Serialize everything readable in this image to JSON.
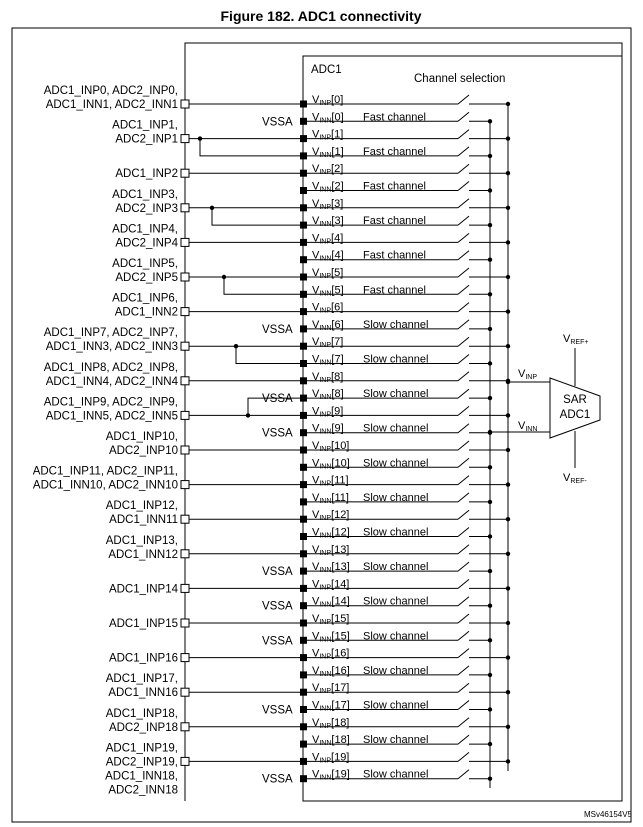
{
  "figure": {
    "title": "Figure 182. ADC1 connectivity",
    "block_label": "ADC1",
    "channel_selection_label": "Channel selection",
    "ref_id": "MSv46154V5"
  },
  "adc": {
    "line1": "SAR",
    "line2": "ADC1",
    "vinp_label": "V",
    "vinp_sub": "INP",
    "vinn_label": "V",
    "vinn_sub": "INN",
    "vref_plus": "V",
    "vref_plus_sub": "REF+",
    "vref_minus": "V",
    "vref_minus_sub": "REF-"
  },
  "channels": [
    {
      "inp": "[0]",
      "inn": "[0]",
      "type": "Fast channel"
    },
    {
      "inp": "[1]",
      "inn": "[1]",
      "type": "Fast channel"
    },
    {
      "inp": "[2]",
      "inn": "[2]",
      "type": "Fast channel"
    },
    {
      "inp": "[3]",
      "inn": "[3]",
      "type": "Fast channel"
    },
    {
      "inp": "[4]",
      "inn": "[4]",
      "type": "Fast channel"
    },
    {
      "inp": "[5]",
      "inn": "[5]",
      "type": "Fast channel"
    },
    {
      "inp": "[6]",
      "inn": "[6]",
      "type": "Slow channel"
    },
    {
      "inp": "[7]",
      "inn": "[7]",
      "type": "Slow channel"
    },
    {
      "inp": "[8]",
      "inn": "[8]",
      "type": "Slow channel"
    },
    {
      "inp": "[9]",
      "inn": "[9]",
      "type": "Slow channel"
    },
    {
      "inp": "[10]",
      "inn": "[10]",
      "type": "Slow channel"
    },
    {
      "inp": "[11]",
      "inn": "[11]",
      "type": "Slow channel"
    },
    {
      "inp": "[12]",
      "inn": "[12]",
      "type": "Slow channel"
    },
    {
      "inp": "[13]",
      "inn": "[13]",
      "type": "Slow channel"
    },
    {
      "inp": "[14]",
      "inn": "[14]",
      "type": "Slow channel"
    },
    {
      "inp": "[15]",
      "inn": "[15]",
      "type": "Slow channel"
    },
    {
      "inp": "[16]",
      "inn": "[16]",
      "type": "Slow channel"
    },
    {
      "inp": "[17]",
      "inn": "[17]",
      "type": "Slow channel"
    },
    {
      "inp": "[18]",
      "inn": "[18]",
      "type": "Slow channel"
    },
    {
      "inp": "[19]",
      "inn": "[19]",
      "type": "Slow channel"
    }
  ],
  "pin_prefix_inp": "V",
  "pin_sub_inp": "INP",
  "pin_prefix_inn": "V",
  "pin_sub_inn": "INN",
  "vssa_label": "VSSA",
  "pins": [
    {
      "lines": [
        "ADC1_INP0, ADC2_INP0,",
        "ADC1_INN1, ADC2_INN1"
      ]
    },
    {
      "lines": [
        "ADC1_INP1,",
        "ADC2_INP1"
      ]
    },
    {
      "lines": [
        "ADC1_INP2"
      ]
    },
    {
      "lines": [
        "ADC1_INP3,",
        "ADC2_INP3"
      ]
    },
    {
      "lines": [
        "ADC1_INP4,",
        "ADC2_INP4"
      ]
    },
    {
      "lines": [
        "ADC1_INP5,",
        "ADC2_INP5"
      ]
    },
    {
      "lines": [
        "ADC1_INP6,",
        "ADC1_INN2"
      ]
    },
    {
      "lines": [
        "ADC1_INP7, ADC2_INP7,",
        "ADC1_INN3, ADC2_INN3"
      ]
    },
    {
      "lines": [
        "ADC1_INP8, ADC2_INP8,",
        "ADC1_INN4, ADC2_INN4"
      ]
    },
    {
      "lines": [
        "ADC1_INP9, ADC2_INP9,",
        "ADC1_INN5, ADC2_INN5"
      ]
    },
    {
      "lines": [
        "ADC1_INP10,",
        "ADC2_INP10"
      ]
    },
    {
      "lines": [
        "ADC1_INP11, ADC2_INP11,",
        "ADC1_INN10, ADC2_INN10"
      ]
    },
    {
      "lines": [
        "ADC1_INP12,",
        "ADC1_INN11"
      ]
    },
    {
      "lines": [
        "ADC1_INP13,",
        "ADC1_INN12"
      ]
    },
    {
      "lines": [
        "ADC1_INP14"
      ]
    },
    {
      "lines": [
        "ADC1_INP15"
      ]
    },
    {
      "lines": [
        "ADC1_INP16"
      ]
    },
    {
      "lines": [
        "ADC1_INP17,",
        "ADC1_INN16"
      ]
    },
    {
      "lines": [
        "ADC1_INP18,",
        "ADC2_INP18"
      ]
    },
    {
      "lines": [
        "ADC1_INP19,",
        "ADC2_INP19,",
        "ADC1_INN18,",
        "ADC2_INN18"
      ]
    }
  ]
}
